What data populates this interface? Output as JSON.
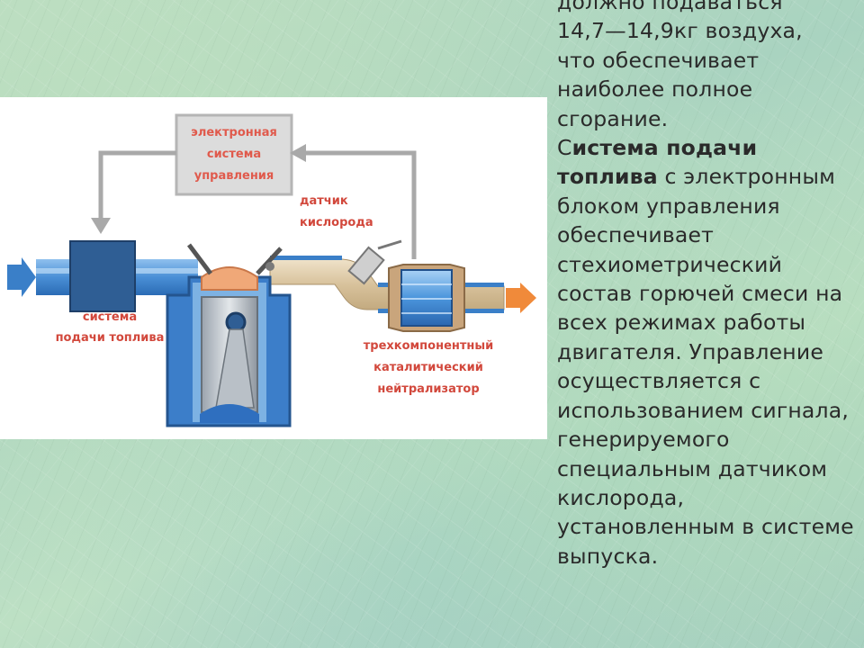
{
  "text": {
    "line_top": "должно подаваться",
    "line_air": "14,7—14,9кг воздуха,",
    "line_rest1": "что обеспечивает наиболее полное сгорание.",
    "c_letter": "С",
    "bold_part": "истема подачи топлива",
    "after_bold": " с электронным блоком управления обеспечивает стехиометрический состав горючей смеси на всех режимах работы двигателя. Управление осуществляется с использованием сигнала, генерируемого специальным датчиком кислорода, установленным в системе выпуска."
  },
  "diagram": {
    "ecu_line1": "электронная",
    "ecu_line2": "система",
    "ecu_line3": "управления",
    "sensor_line1": "датчик",
    "sensor_line2": "кислорода",
    "fuel_line1": "система",
    "fuel_line2": "подачи топлива",
    "cat_line1": "трехкомпонентный",
    "cat_line2": "каталитический",
    "cat_line3": "нейтрализатор"
  },
  "colors": {
    "pipe_blue": "#3a7fc8",
    "pipe_beige": "#d9c7a8",
    "arrow_in": "#3a7fc8",
    "arrow_out": "#f08a3a",
    "label_red": "#d2483c"
  }
}
